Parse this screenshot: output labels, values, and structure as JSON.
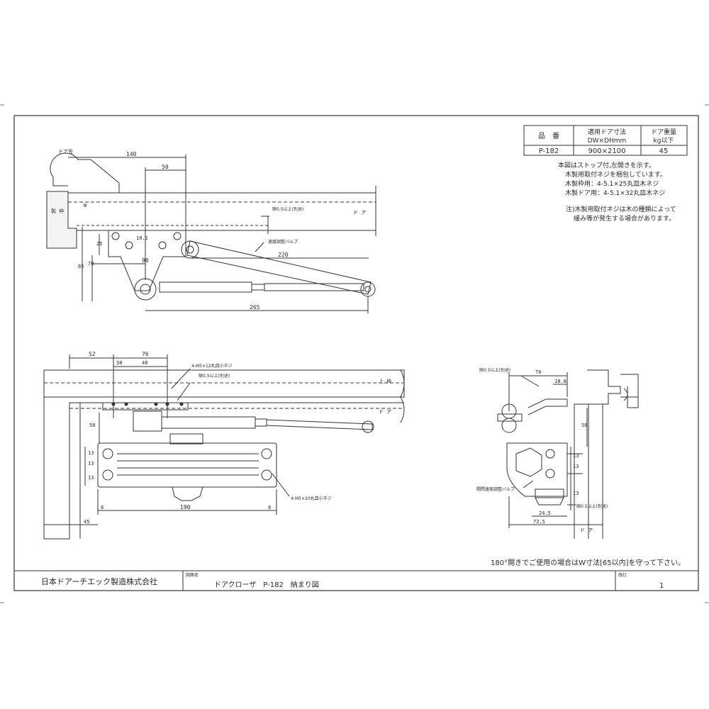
{
  "spec_table": {
    "h_part": "品　番",
    "h_size_1": "適用ドア寸法",
    "h_size_2": "DW×DHmm",
    "h_weight_1": "ドア重量",
    "h_weight_2": "kg以下",
    "part": "P-182",
    "size": "900×2100",
    "weight": "45"
  },
  "notes": [
    "本図はストップ付,左開きを示す。",
    "木製用取付ネジを梱包しています。",
    "木製枠用：4-5.1×25丸皿木ネジ",
    "木製ドア用：4-5.1×32丸皿木ネジ"
  ],
  "caution": [
    "注)木製用取付ネジは木の種類によって",
    "緩み等が発生する場合があります。"
  ],
  "top_view": {
    "door_stop": "ドア先",
    "frame": "製 枠",
    "door": "ド ア",
    "w": "W",
    "dim_140": "140",
    "dim_50": "50",
    "dim_90": "90",
    "dim_101": "10.1",
    "dim_25": "25",
    "dim_70": "70",
    "dim_85": "85",
    "dim_220": "220",
    "dim_265": "265",
    "gap_note": "隙0.5以上(別途)",
    "valve": "速度調整バルブ"
  },
  "front_view": {
    "dim_52": "52",
    "dim_76": "76",
    "dim_38": "38",
    "dim_40": "40",
    "dim_13a": "13",
    "dim_13b": "13",
    "dim_13c": "13",
    "dim_50": "50",
    "dim_190": "190",
    "dim_8a": "8",
    "dim_8b": "8",
    "dim_45": "45",
    "screw_m5x12": "4-M5×12丸皿小ネジ",
    "screw_m5x20": "4-M5×20丸皿小ネジ",
    "gap_note": "隙0.5以上(別途)",
    "frame": "上 枠",
    "door": "ド ア"
  },
  "side_view": {
    "gap_note_top": "隙0.5以上(別途)",
    "gap_note_bottom": "隙0.5以上(別途)",
    "valve": "開閉速度調整バルブ",
    "dim_70": "70",
    "dim_188": "18.8",
    "dim_50": "50",
    "dim_13a": "13",
    "dim_13b": "13",
    "dim_13c": "13",
    "dim_245": "24.5",
    "dim_725": "72.5",
    "door": "ド ア"
  },
  "footer_note": "180°開きでご使用の場合はW寸法[65以内]を守って下さい。",
  "title_block": {
    "company": "日本ドアーチエック製造株式会社",
    "drawing_label": "図面名",
    "drawing_name": "ドアクローザ　P-182　納まり図",
    "revision_label": "改訂",
    "revision": "1"
  }
}
